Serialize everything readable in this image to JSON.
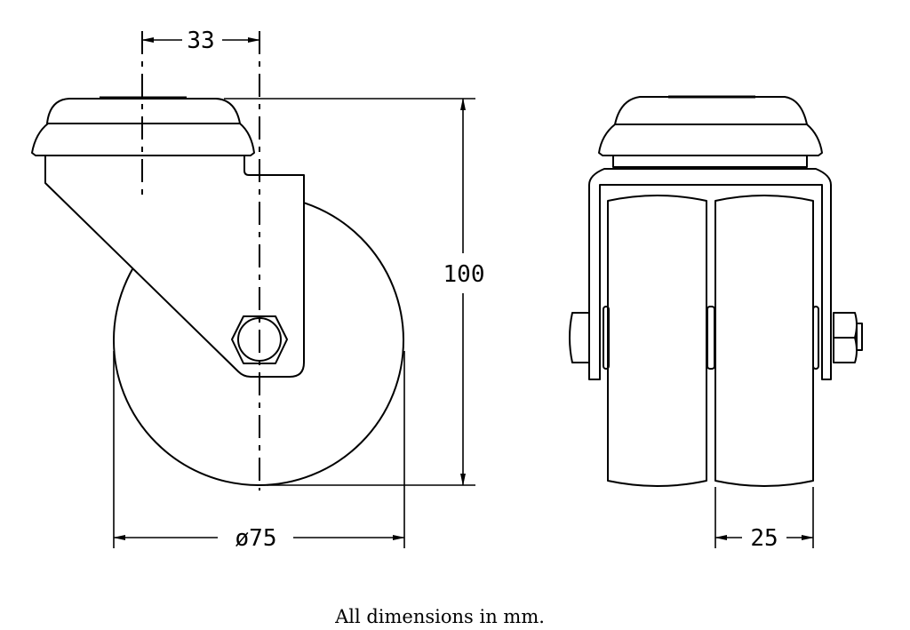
{
  "drawing": {
    "dimensions": {
      "offset": "33",
      "height": "100",
      "wheel_diameter": "ø75",
      "wheel_width": "25"
    },
    "views": [
      "side-view",
      "front-view"
    ],
    "line_color": "#000000",
    "background": "#ffffff"
  },
  "caption": "All dimensions in mm."
}
